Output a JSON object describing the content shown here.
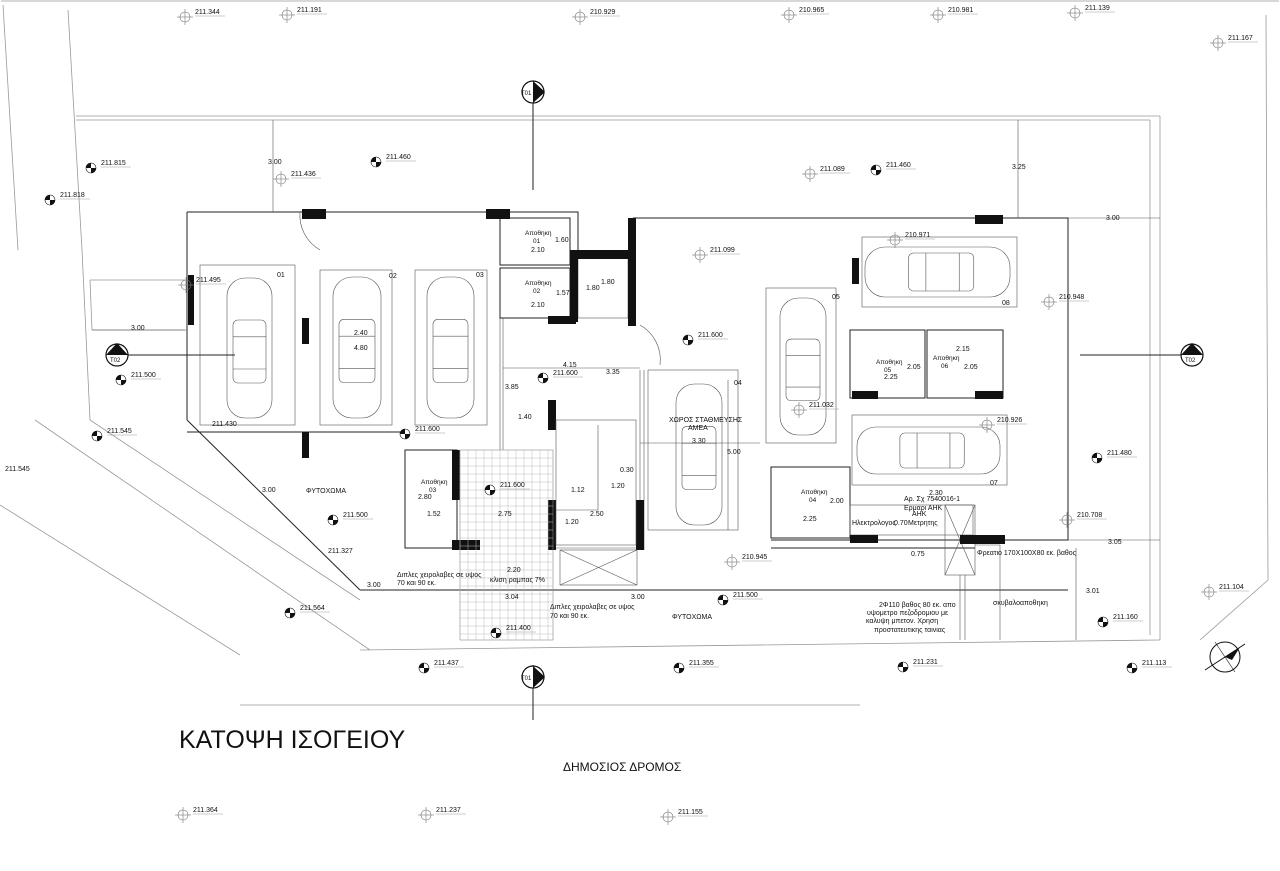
{
  "title": "ΚΑΤΟΨΗ ΙΣΟΓΕΙΟΥ",
  "street": "ΔΗΜΟΣΙΟΣ ΔΡΟΜΟΣ",
  "levels": [
    "211.344",
    "211.191",
    "210.929",
    "210.965",
    "210.981",
    "211.139",
    "211.167",
    "211.815",
    "211.460",
    "211.436",
    "211.818",
    "211.089",
    "211.460",
    "211.099",
    "210.971",
    "211.495",
    "210.948",
    "211.600",
    "211.600",
    "211.500",
    "211.032",
    "211.430",
    "211.545",
    "211.600",
    "210.926",
    "211.480",
    "211.545",
    "211.600",
    "211.500",
    "210.708",
    "211.327",
    "210.945",
    "211.500",
    "211.564",
    "211.104",
    "211.400",
    "211.160",
    "211.437",
    "211.355",
    "211.231",
    "211.113",
    "211.364",
    "211.237",
    "211.155"
  ],
  "level_kinds": [
    "existing",
    "existing",
    "existing",
    "existing",
    "existing",
    "existing",
    "existing",
    "proposed",
    "proposed",
    "existing",
    "proposed",
    "existing",
    "proposed",
    "existing",
    "existing",
    "existing",
    "existing",
    "proposed",
    "proposed",
    "proposed",
    "existing",
    "none",
    "proposed",
    "proposed",
    "existing",
    "proposed",
    "none",
    "proposed",
    "proposed",
    "existing",
    "none",
    "existing",
    "proposed",
    "proposed",
    "existing",
    "proposed",
    "proposed",
    "proposed",
    "proposed",
    "proposed",
    "proposed",
    "existing",
    "existing",
    "existing"
  ],
  "dimensions": [
    "3.00",
    "3.25",
    "3.00",
    "1.60",
    "2.10",
    "1.57",
    "2.10",
    "1.80",
    "1.80",
    "3.00",
    "2.40",
    "4.80",
    "4.15",
    "3.35",
    "3.85",
    "1.40",
    "3.30",
    "5.00",
    "2.25",
    "2.05",
    "2.15",
    "2.05",
    "0.30",
    "1.12",
    "1.20",
    "2.80",
    "1.52",
    "2.75",
    "2.50",
    "1.20",
    "2.30",
    "2.00",
    "2.25",
    "0.70",
    "0.75",
    "3.05",
    "3.00",
    "2.20",
    "3.00",
    "3.04",
    "3.00",
    "3.01"
  ],
  "parking_numbers": [
    "01",
    "02",
    "03",
    "04",
    "05",
    "08",
    "07"
  ],
  "storage_rooms": [
    {
      "label": "Αποθηκη",
      "number": "01"
    },
    {
      "label": "Αποθηκη",
      "number": "02"
    },
    {
      "label": "Αποθηκη",
      "number": "03"
    },
    {
      "label": "Αποθηκη",
      "number": "04"
    },
    {
      "label": "Αποθηκη",
      "number": "05"
    },
    {
      "label": "Αποθηκη",
      "number": "06"
    }
  ],
  "disabled_parking": {
    "line1": "ΧΩΡΟΣ ΣΤΑΘΜΕΥΣΗΣ",
    "line2": "ΑΜΕΑ"
  },
  "planting": [
    "ΦΥΤΟΧΩΜΑ",
    "ΦΥΤΟΧΩΜΑ"
  ],
  "notes": {
    "handrails_1": [
      "Διπλες χειρολαβες σε υψος",
      "70 και 90 εκ."
    ],
    "handrails_2": [
      "Διπλες χειρολαβες σε υψος",
      "70 και 90 εκ."
    ],
    "ramp_slope": "κλιση ραμπας 7%",
    "meter_cabinet": [
      "Αρ. Σχ 7540016-1",
      "Ερμαρι ΑΗΚ"
    ],
    "electrical": "Ηλεκτρολογος",
    "ahk_meter": [
      "ΑΗΚ",
      "Μετρητης"
    ],
    "manhole": "Φρεατιο 170Χ100Χ80 εκ. βαθος",
    "refuse": "σκυβαλοαποθηκη",
    "duct": [
      "2Φ110 βαθος 80 εκ. απο",
      "υψομετρο πεζοδρομιου με",
      "καλυψη μπετον. Χρηση",
      "προστατευτικης ταινιας"
    ]
  },
  "section_markers": [
    "T01",
    "T01",
    "T02",
    "T02"
  ],
  "icons": {
    "north_arrow": "north-arrow-icon",
    "existing_level": "crosshair-level-icon",
    "proposed_level": "quadrant-level-icon"
  },
  "colors": {
    "ink": "#111111",
    "line": "#555555",
    "background": "#ffffff"
  }
}
